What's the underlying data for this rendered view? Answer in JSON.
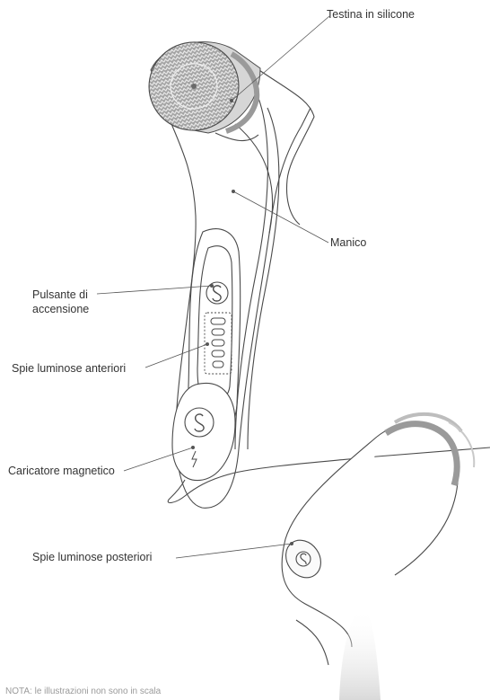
{
  "labels": {
    "head": "Testina in silicone",
    "handle": "Manico",
    "power_line1": "Pulsante di",
    "power_line2": "accensione",
    "front_lights": "Spie luminose anteriori",
    "charger": "Caricatore magnetico",
    "back_lights": "Spie luminose posteriori"
  },
  "note": "NOTA: le illustrazioni non sono in scala",
  "colors": {
    "outline": "#4a4a4a",
    "leader": "#555555",
    "brush_head": "#8e8e8e",
    "brush_ring": "#bdbdbd"
  }
}
